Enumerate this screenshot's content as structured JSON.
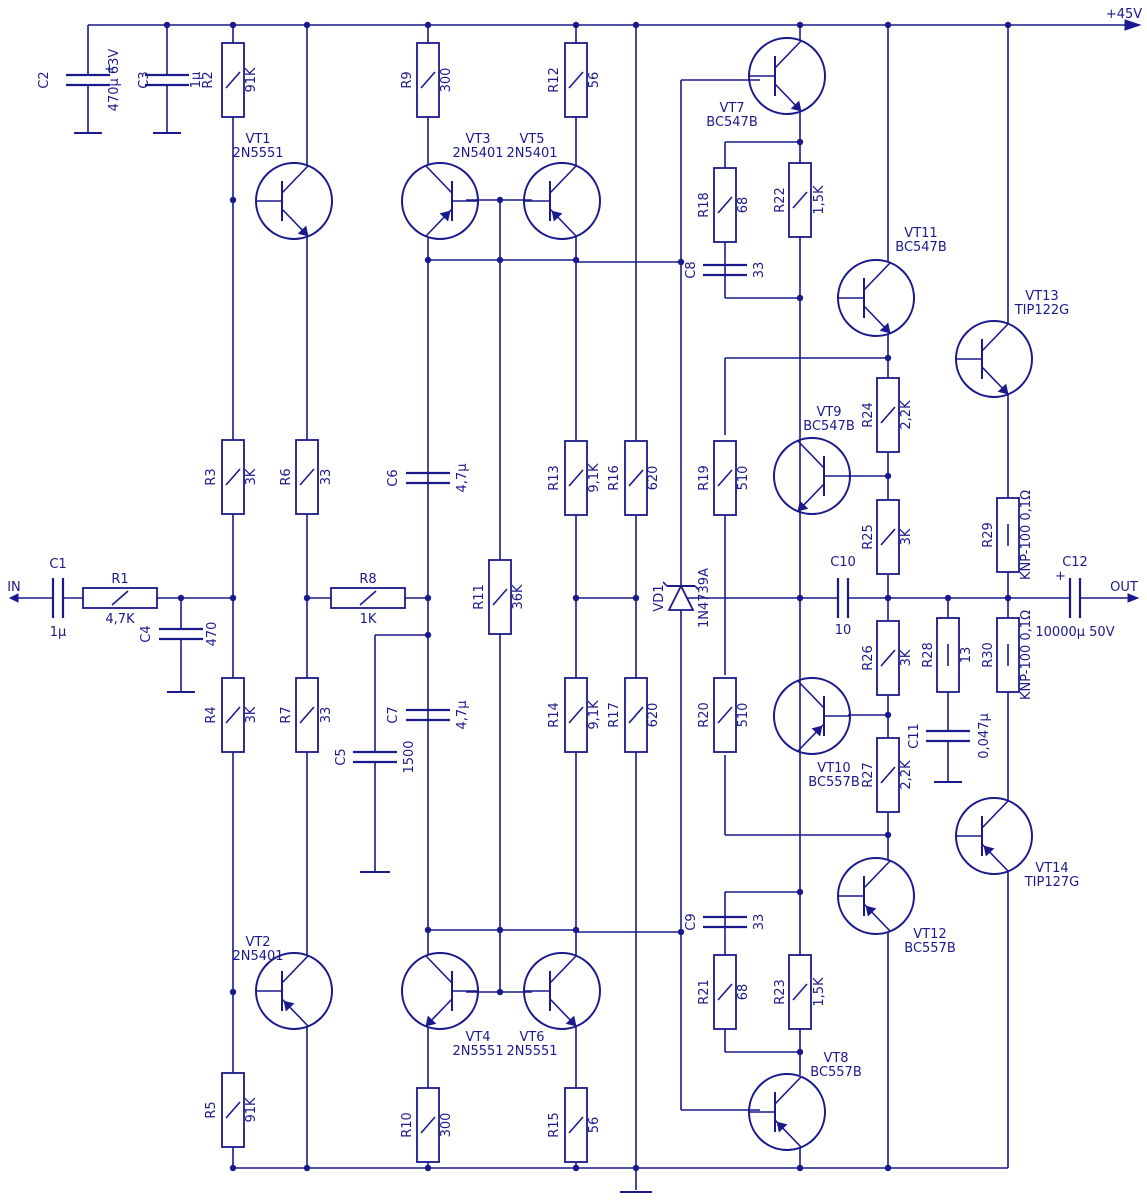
{
  "resistors": [
    {
      "ref": "R1",
      "val": "4,7K"
    },
    {
      "ref": "R2",
      "val": "91K"
    },
    {
      "ref": "R3",
      "val": "3K"
    },
    {
      "ref": "R4",
      "val": "3K"
    },
    {
      "ref": "R5",
      "val": "91K"
    },
    {
      "ref": "R6",
      "val": "33"
    },
    {
      "ref": "R7",
      "val": "33"
    },
    {
      "ref": "R8",
      "val": "1K"
    },
    {
      "ref": "R9",
      "val": "300"
    },
    {
      "ref": "R10",
      "val": "300"
    },
    {
      "ref": "R11",
      "val": "36K"
    },
    {
      "ref": "R12",
      "val": "56"
    },
    {
      "ref": "R13",
      "val": "9,1K"
    },
    {
      "ref": "R14",
      "val": "9,1K"
    },
    {
      "ref": "R15",
      "val": "56"
    },
    {
      "ref": "R16",
      "val": "620"
    },
    {
      "ref": "R17",
      "val": "620"
    },
    {
      "ref": "R18",
      "val": "68"
    },
    {
      "ref": "R19",
      "val": "510"
    },
    {
      "ref": "R20",
      "val": "510"
    },
    {
      "ref": "R21",
      "val": "68"
    },
    {
      "ref": "R22",
      "val": "1,5K"
    },
    {
      "ref": "R23",
      "val": "1,5K"
    },
    {
      "ref": "R24",
      "val": "2,2K"
    },
    {
      "ref": "R25",
      "val": "3K"
    },
    {
      "ref": "R26",
      "val": "3K"
    },
    {
      "ref": "R27",
      "val": "2,2K"
    },
    {
      "ref": "R28",
      "val": "13"
    },
    {
      "ref": "R29",
      "val": "KNP-100 0,1Ω"
    },
    {
      "ref": "R30",
      "val": "KNP-100 0,1Ω"
    }
  ],
  "capacitors": [
    {
      "ref": "C1",
      "val": "1μ"
    },
    {
      "ref": "C2",
      "val": "470μ 63V"
    },
    {
      "ref": "C3",
      "val": "1μ"
    },
    {
      "ref": "C4",
      "val": "470"
    },
    {
      "ref": "C5",
      "val": "1500"
    },
    {
      "ref": "C6",
      "val": "4,7μ"
    },
    {
      "ref": "C7",
      "val": "4,7μ"
    },
    {
      "ref": "C8",
      "val": "33"
    },
    {
      "ref": "C9",
      "val": "33"
    },
    {
      "ref": "C10",
      "val": "10"
    },
    {
      "ref": "C11",
      "val": "0,047μ"
    },
    {
      "ref": "C12",
      "val": "10000μ 50V"
    }
  ],
  "transistors": [
    {
      "ref": "VT1",
      "part": "2N5551"
    },
    {
      "ref": "VT2",
      "part": "2N5401"
    },
    {
      "ref": "VT3",
      "part": "2N5401"
    },
    {
      "ref": "VT4",
      "part": "2N5551"
    },
    {
      "ref": "VT5",
      "part": "2N5401"
    },
    {
      "ref": "VT6",
      "part": "2N5551"
    },
    {
      "ref": "VT7",
      "part": "BC547B"
    },
    {
      "ref": "VT8",
      "part": "BC557B"
    },
    {
      "ref": "VT9",
      "part": "BC547B"
    },
    {
      "ref": "VT10",
      "part": "BC557B"
    },
    {
      "ref": "VT11",
      "part": "BC547B"
    },
    {
      "ref": "VT12",
      "part": "BC557B"
    },
    {
      "ref": "VT13",
      "part": "TIP122G"
    },
    {
      "ref": "VT14",
      "part": "TIP127G"
    }
  ],
  "diode": {
    "ref": "VD1",
    "part": "1N4739A"
  },
  "labels": {
    "in": "IN",
    "out": "OUT",
    "supply": "+45V",
    "plus": "+"
  },
  "colors": {
    "ink": "#1a1a8c"
  }
}
